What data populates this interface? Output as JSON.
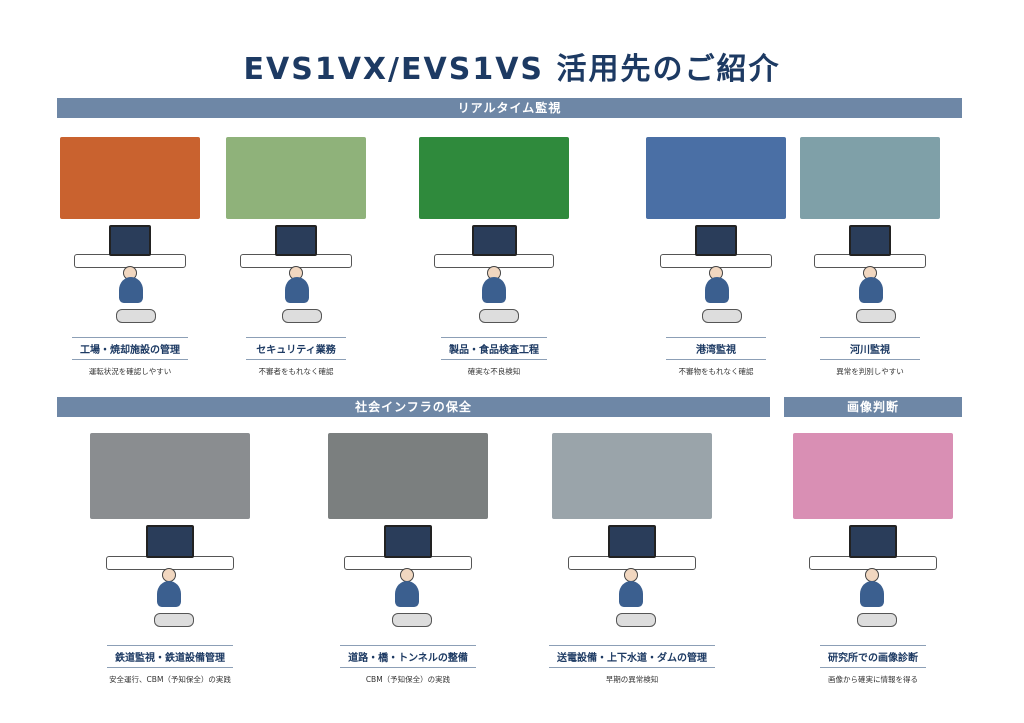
{
  "title": "EVS1VX/EVS1VS 活用先のご紹介",
  "sections": {
    "realtime": "リアルタイム監視",
    "infra": "社会インフラの保全",
    "image": "画像判断"
  },
  "row1": [
    {
      "label": "工場・焼却施設の管理",
      "desc": "運転状況を確認しやすい",
      "photo": "#c9622f"
    },
    {
      "label": "セキュリティ業務",
      "desc": "不審者をもれなく確認",
      "photo": "#8fb27a"
    },
    {
      "label": "製品・食品検査工程",
      "desc": "確実な不良検知",
      "photo": "#2f8a3c"
    },
    {
      "label": "港湾監視",
      "desc": "不審物をもれなく確認",
      "photo": "#4a6fa5"
    },
    {
      "label": "河川監視",
      "desc": "異常を判別しやすい",
      "photo": "#7fa0a8"
    }
  ],
  "row2": [
    {
      "label": "鉄道監視・鉄道設備管理",
      "desc": "安全運行、CBM（予知保全）の実践",
      "photo": "#8a8d90"
    },
    {
      "label": "道路・橋・トンネルの整備",
      "desc": "CBM（予知保全）の実践",
      "photo": "#7b7f7f"
    },
    {
      "label": "送電設備・上下水道・ダムの管理",
      "desc": "早期の異常検知",
      "photo": "#9aa4aa"
    },
    {
      "label": "研究所での画像診断",
      "desc": "画像から確実に情報を得る",
      "photo": "#d98fb4"
    }
  ]
}
